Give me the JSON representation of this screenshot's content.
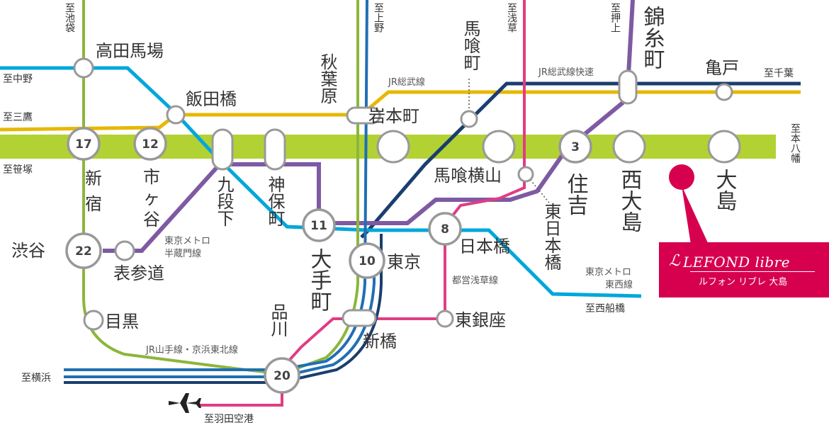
{
  "colors": {
    "yamanote": "#8cb63c",
    "tozai": "#00a7db",
    "sobu": "#e6b800",
    "sobu_rapid": "#1a3e6e",
    "hanzomon": "#7e5aa3",
    "asakusa": "#e03d83",
    "shinjuku": "#b2d234",
    "keihin": "#1f6fb4",
    "property": "#d6004f"
  },
  "stations": {
    "takadanobaba": "高田馬場",
    "iidabashi": "飯田橋",
    "akihabara": "秋葉原",
    "iwamotocho": "岩本町",
    "bakurocho": "馬喰町",
    "kinshicho": "錦糸町",
    "kameido": "亀戸",
    "shinjuku_a": "新",
    "shinjuku_b": "宿",
    "ichigaya_a": "市",
    "ichigaya_b": "ヶ",
    "ichigaya_c": "谷",
    "kudanshita": "九段下",
    "jimbocho": "神保町",
    "bakuroyokoyama": "馬喰横山",
    "higashinihombashi": "東日本橋",
    "sumiyoshi": "住吉",
    "nishiojima": "西大島",
    "ojima": "大島",
    "shibuya": "渋谷",
    "omotesando": "表参道",
    "otemachi": "大手町",
    "tokyo": "東京",
    "nihombashi": "日本橋",
    "meguro": "目黒",
    "shinagawa": "品川",
    "shimbashi": "新橋",
    "higashiginza": "東銀座"
  },
  "minutes": {
    "shinjuku": "17",
    "ichigaya": "12",
    "sumiyoshi": "3",
    "shibuya": "22",
    "otemachi": "11",
    "nihombashi": "8",
    "tokyo": "10",
    "shinagawa": "20"
  },
  "destinations": {
    "ikebukuro": "至池袋",
    "ueno": "至上野",
    "asakusa": "至浅草",
    "oshiage": "至押上",
    "nakano": "至中野",
    "chiba": "至千葉",
    "mitaka": "至三鷹",
    "motoyawata": "至本八幡",
    "sasazuka": "至笹塚",
    "nishifunabashi": "至西船橋",
    "yokohama": "至横浜",
    "haneda": "至羽田空港"
  },
  "line_labels": {
    "sobu": "JR総武線",
    "sobu_rapid": "JR総武線快速",
    "hanzomon": "東京メトロ半蔵門線",
    "hanzomon_1": "東京メトロ",
    "hanzomon_2": "半蔵門線",
    "asakusa": "都営浅草線",
    "tozai_1": "東京メトロ",
    "tozai_2": "東西線",
    "yamanote": "JR山手線・京浜東北線"
  },
  "property": {
    "name": "LEFOND libre",
    "logo": "ℒ",
    "kana": "ルフォン リブレ 大島"
  }
}
